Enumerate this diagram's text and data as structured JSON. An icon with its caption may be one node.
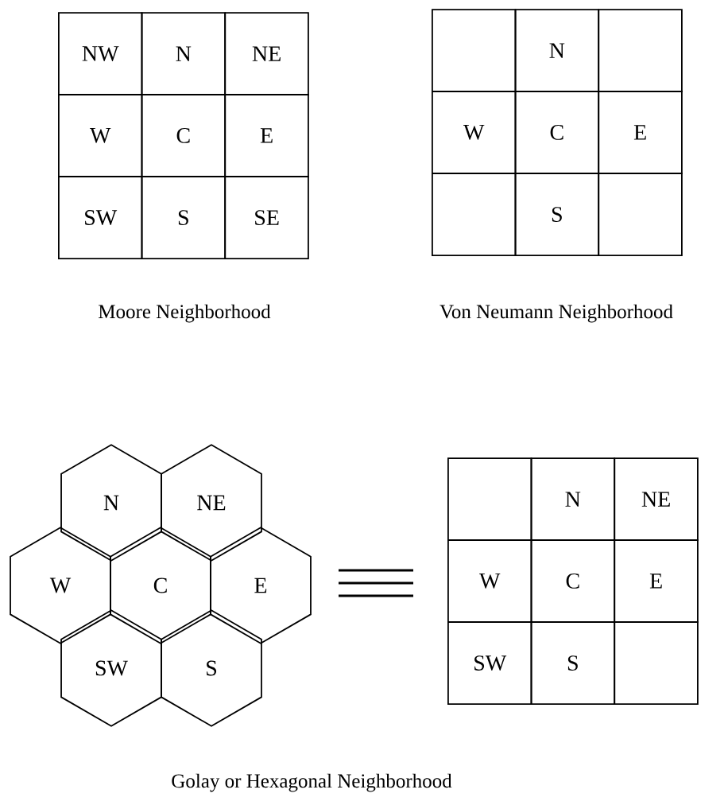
{
  "diagram": {
    "nodes": [
      {
        "text": [
          "NW"
        ]
      },
      {
        "text": [
          "N"
        ]
      },
      {
        "text": [
          "NE"
        ]
      },
      {
        "text": [
          "W"
        ]
      },
      {
        "text": [
          "C"
        ]
      },
      {
        "text": [
          "E"
        ]
      },
      {
        "text": [
          "SW"
        ]
      },
      {
        "text": [
          "S"
        ]
      },
      {
        "text": [
          "SE"
        ]
      },
      {
        "text": [],
        "shape": "box"
      },
      {
        "text": [
          "N"
        ]
      },
      {
        "text": [],
        "shape": "box"
      },
      {
        "text": [
          "W"
        ]
      },
      {
        "text": [
          "C"
        ]
      },
      {
        "text": [
          "E"
        ]
      },
      {
        "text": [],
        "shape": "box"
      },
      {
        "text": [
          "S"
        ]
      },
      {
        "text": [],
        "shape": "box"
      },
      {
        "text": [
          "N"
        ]
      },
      {
        "text": [
          "NE"
        ]
      },
      {
        "text": [
          "W"
        ]
      },
      {
        "text": [
          "C"
        ]
      },
      {
        "text": [
          "E"
        ]
      },
      {
        "text": [
          "SW"
        ]
      },
      {
        "text": [
          "S"
        ]
      },
      {
        "text": [],
        "shape": "box"
      },
      {
        "text": [
          "N"
        ]
      },
      {
        "text": [
          "NE"
        ]
      },
      {
        "text": [
          "W"
        ]
      },
      {
        "text": [
          "C"
        ]
      },
      {
        "text": [
          "E"
        ]
      },
      {
        "text": [
          "SW"
        ]
      },
      {
        "text": [
          "S"
        ]
      },
      {
        "text": [],
        "shape": "box"
      }
    ],
    "labels": [
      "Moore Neighborhood",
      "Von Neumann Neighborhood",
      "Golay or Hexagonal Neighborhood"
    ]
  }
}
